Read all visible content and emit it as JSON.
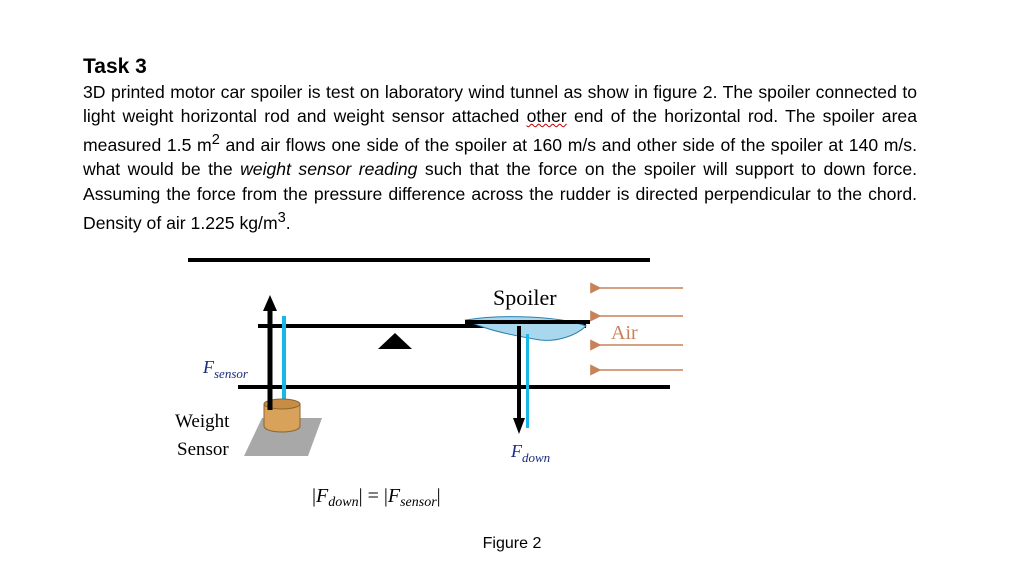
{
  "task": {
    "title": "Task 3",
    "body": {
      "p1": "3D printed motor car spoiler is test on laboratory wind tunnel as show in figure 2. The spoiler connected to light weight horizontal rod and weight sensor attached ",
      "underlined": "other",
      "p2": " end of the horizontal rod.  The spoiler area measured 1.5 m",
      "sup1": "2",
      "p3": " and air flows one side of the spoiler at 160 m/s and other side of the spoiler at 140 m/s. what would be the ",
      "italic1": "weight sensor reading",
      "p4": " such that the force on the spoiler will support to down force. Assuming the force from the pressure difference across the rudder is directed perpendicular to the chord. Density of air 1.225 kg/m",
      "sup2": "3",
      "p5": "."
    }
  },
  "figure": {
    "spoiler_label": "Spoiler",
    "air_label": "Air",
    "fsensor_main": "F",
    "fsensor_sub": "sensor",
    "weight_sensor_line1": "Weight",
    "weight_sensor_line2": "Sensor",
    "fdown_main": "F",
    "fdown_sub": "down",
    "equation": {
      "bar_open": "|",
      "f1": "F",
      "sub1": "down",
      "mid": "| = |",
      "f2": "F",
      "sub2": "sensor",
      "bar_close": "|"
    },
    "caption": "Figure 2",
    "colors": {
      "air_arrows": "#c8825a",
      "spoiler_fill": "#a9d8ee",
      "cyan_rod": "#17b8e8",
      "sensor_body": "#d9a25a",
      "sensor_base": "#a8a8a8",
      "black": "#000000"
    }
  }
}
